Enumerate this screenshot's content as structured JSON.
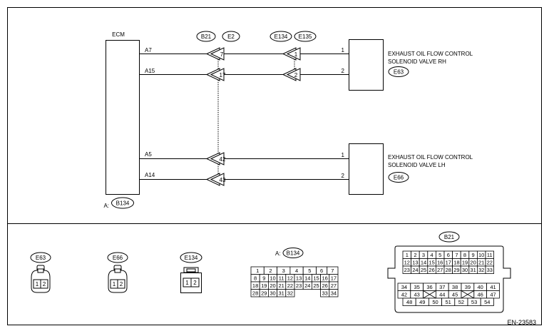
{
  "ecm": {
    "label": "ECM",
    "connector_ref": "A:",
    "connector_id": "B134"
  },
  "pins": {
    "a7": "A7",
    "a15": "A15",
    "a5": "A5",
    "a14": "A14"
  },
  "connectors_top": {
    "b21": "B21",
    "e2": "E2",
    "e134": "E134",
    "e135": "E135"
  },
  "terminals": {
    "t7": "7",
    "t17": "17",
    "t42": "42",
    "t43": "43",
    "t1": "1",
    "t2": "2"
  },
  "solenoid_rh": {
    "line1": "EXHAUST OIL FLOW CONTROL",
    "line2": "SOLENOID VALVE RH",
    "connector": "E63",
    "pin1": "1",
    "pin2": "2"
  },
  "solenoid_lh": {
    "line1": "EXHAUST OIL FLOW CONTROL",
    "line2": "SOLENOID VALVE LH",
    "connector": "E66",
    "pin1": "1",
    "pin2": "2"
  },
  "connector_views": {
    "e63": {
      "label": "E63",
      "pins": [
        "1",
        "2"
      ]
    },
    "e66": {
      "label": "E66",
      "pins": [
        "1",
        "2"
      ]
    },
    "e134": {
      "label": "E134",
      "pins": [
        "1",
        "2"
      ]
    },
    "b134": {
      "prefix": "A:",
      "label": "B134",
      "rows": [
        [
          "1",
          "2",
          "3",
          "4",
          "5",
          "6",
          "7"
        ],
        [
          "8",
          "9",
          "10",
          "11",
          "12",
          "13",
          "14",
          "15",
          "16",
          "17"
        ],
        [
          "18",
          "19",
          "20",
          "21",
          "22",
          "23",
          "24",
          "25",
          "26",
          "27"
        ],
        [
          "28",
          "29",
          "30",
          "31",
          "32",
          "33",
          "34"
        ]
      ]
    },
    "b21": {
      "label": "B21",
      "rows": [
        [
          "1",
          "2",
          "3",
          "4",
          "5",
          "6",
          "7",
          "8",
          "9",
          "10",
          "11"
        ],
        [
          "12",
          "13",
          "14",
          "15",
          "16",
          "17",
          "18",
          "19",
          "20",
          "21",
          "22"
        ],
        [
          "23",
          "24",
          "25",
          "26",
          "27",
          "28",
          "29",
          "30",
          "31",
          "32",
          "33"
        ],
        [
          "34",
          "35",
          "36",
          "37",
          "38",
          "39",
          "40",
          "41"
        ],
        [
          "42",
          "43",
          "44",
          "45",
          "46",
          "47"
        ],
        [
          "48",
          "49",
          "50",
          "51",
          "52",
          "53",
          "54"
        ]
      ]
    }
  },
  "figure_id": "EN-23583"
}
